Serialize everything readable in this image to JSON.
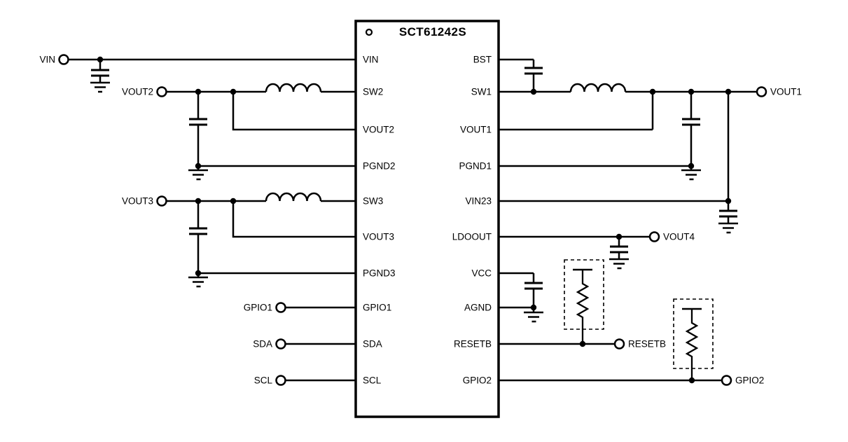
{
  "title": "SCT61242S",
  "ic": {
    "left_pins": [
      "VIN",
      "SW2",
      "VOUT2",
      "PGND2",
      "SW3",
      "VOUT3",
      "PGND3",
      "GPIO1",
      "SDA",
      "SCL"
    ],
    "right_pins": [
      "BST",
      "SW1",
      "VOUT1",
      "PGND1",
      "VIN23",
      "LDOOUT",
      "VCC",
      "AGND",
      "RESETB",
      "GPIO2"
    ]
  },
  "terminals": {
    "vin": "VIN",
    "vout2": "VOUT2",
    "vout3": "VOUT3",
    "gpio1": "GPIO1",
    "sda": "SDA",
    "scl": "SCL",
    "vout1": "VOUT1",
    "vout4": "VOUT4",
    "resetb": "RESETB",
    "gpio2": "GPIO2"
  },
  "colors": {
    "wire": "#000000",
    "background": "#ffffff"
  }
}
